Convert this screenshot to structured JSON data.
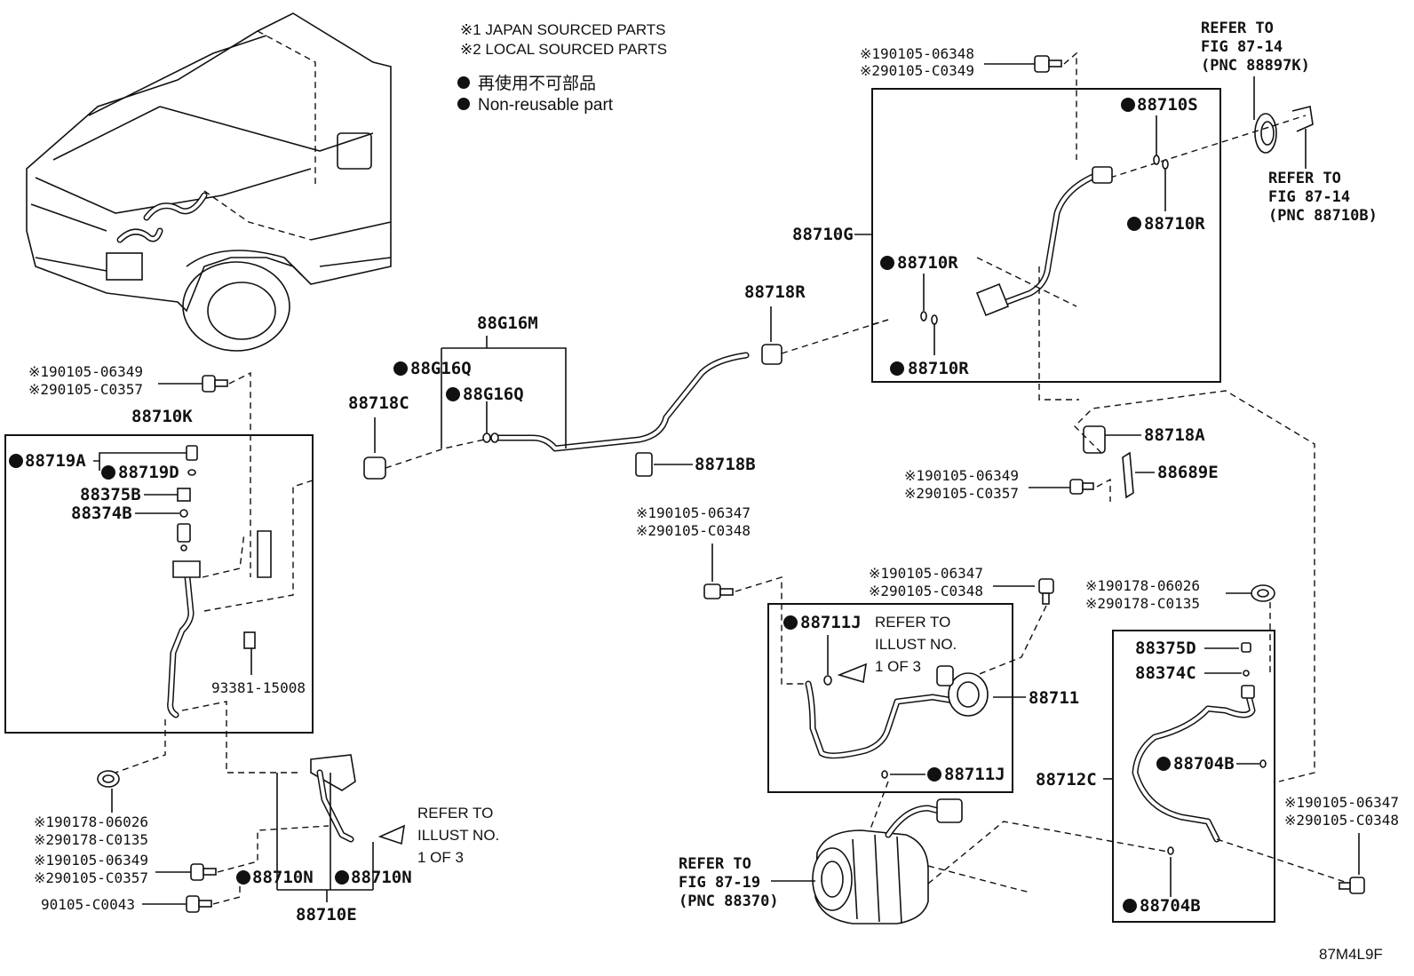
{
  "legend": {
    "note1": "※1 JAPAN SOURCED PARTS",
    "note2": "※2 LOCAL SOURCED PARTS",
    "jp": "再使用不可部品",
    "en": "Non-reusable part"
  },
  "refs": {
    "top_right_1": [
      "REFER TO",
      "FIG 87-14",
      "(PNC 88897K)"
    ],
    "top_right_2": [
      "REFER TO",
      "FIG 87-14",
      "(PNC 88710B)"
    ],
    "illust_mid": [
      "REFER TO",
      "ILLUST NO.",
      "1 OF 3"
    ],
    "illust_left": [
      "REFER TO",
      "ILLUST NO.",
      "1 OF 3"
    ],
    "compressor": [
      "REFER TO",
      "FIG 87-19",
      "(PNC 88370)"
    ]
  },
  "bolts": {
    "b_top": [
      "※190105-06348",
      "※290105-C0349"
    ],
    "b_left_top": [
      "※190105-06349",
      "※290105-C0357"
    ],
    "b_mid": [
      "※190105-06347",
      "※290105-C0348"
    ],
    "b_mid2": [
      "※190105-06347",
      "※290105-C0348"
    ],
    "b_right_mid": [
      "※190105-06349",
      "※290105-C0357"
    ],
    "b_right_nut": [
      "※190178-06026",
      "※290178-C0135"
    ],
    "b_far_right": [
      "※190105-06347",
      "※290105-C0348"
    ],
    "b_left_nut": [
      "※190178-06026",
      "※290178-C0135"
    ],
    "b_left_bolt": [
      "※190105-06349",
      "※290105-C0357"
    ],
    "b_left_single": "90105-C0043"
  },
  "parts": {
    "p88710S": "88710S",
    "p88710R_a": "88710R",
    "p88710R_b": "88710R",
    "p88710R_c": "88710R",
    "p88710G": "88710G",
    "p88718R": "88718R",
    "p88G16M": "88G16M",
    "p88G16Q_a": "88G16Q",
    "p88G16Q_b": "88G16Q",
    "p88718C": "88718C",
    "p88718B": "88718B",
    "p88718A": "88718A",
    "p88689E": "88689E",
    "p88710K": "88710K",
    "p88719A": "88719A",
    "p88719D": "88719D",
    "p88375B": "88375B",
    "p88374B": "88374B",
    "p93381": "93381-15008",
    "p88711J_a": "88711J",
    "p88711J_b": "88711J",
    "p88711": "88711",
    "p88375D": "88375D",
    "p88374C": "88374C",
    "p88704B_a": "88704B",
    "p88704B_b": "88704B",
    "p88712C": "88712C",
    "p88710N_a": "88710N",
    "p88710N_b": "88710N",
    "p88710E": "88710E"
  },
  "figure_code": "87M4L9F"
}
